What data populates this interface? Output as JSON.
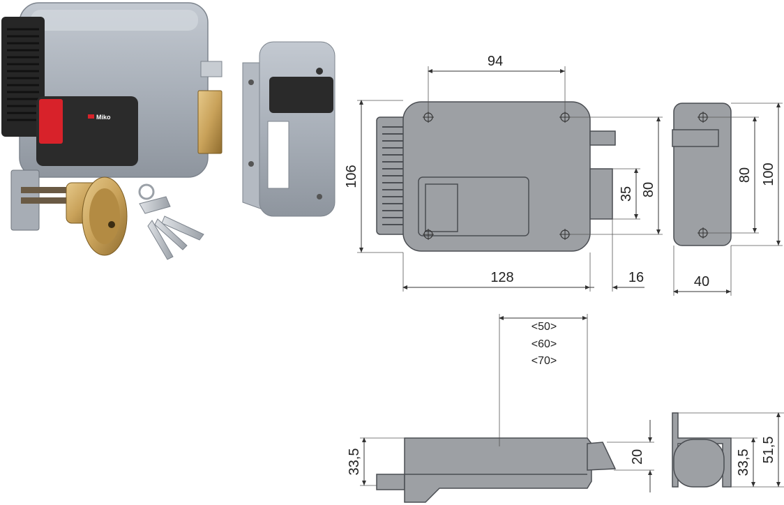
{
  "product": {
    "brand_label": "Miko",
    "colors": {
      "lock_body": "#a9b0b9",
      "button_red": "#d8222a",
      "panel_dark": "#2b2b2b",
      "brass": "#c9a25a",
      "drawing_body": "#9da0a4"
    }
  },
  "front_view": {
    "dims": {
      "top_width": "94",
      "height_total": "106",
      "body_width": "128",
      "bolt_projection": "16",
      "bolt_height": "35",
      "holes_vertical": "80"
    }
  },
  "side_view": {
    "dims": {
      "inner_height": "80",
      "total_height": "100",
      "width": "40"
    }
  },
  "top_view": {
    "backsets": [
      "<50>",
      "<60>",
      "<70>"
    ],
    "dims": {
      "body_depth": "33,5",
      "bolt_thickness": "20"
    }
  },
  "end_view": {
    "dims": {
      "inner_depth": "33,5",
      "total_depth": "51,5"
    }
  }
}
